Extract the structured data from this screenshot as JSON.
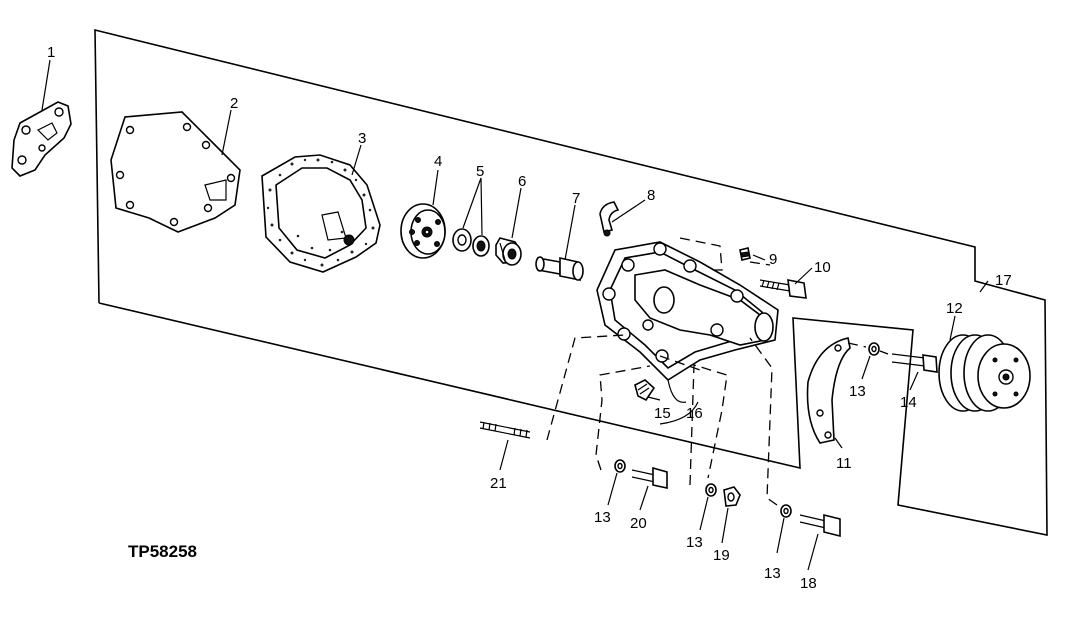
{
  "figure_id": "TP58258",
  "callouts": [
    {
      "number": "1"
    },
    {
      "number": "2"
    },
    {
      "number": "3"
    },
    {
      "number": "4"
    },
    {
      "number": "5"
    },
    {
      "number": "6"
    },
    {
      "number": "7"
    },
    {
      "number": "8"
    },
    {
      "number": "9"
    },
    {
      "number": "10"
    },
    {
      "number": "11"
    },
    {
      "number": "12"
    },
    {
      "number": "13"
    },
    {
      "number": "13"
    },
    {
      "number": "13"
    },
    {
      "number": "13"
    },
    {
      "number": "14"
    },
    {
      "number": "15"
    },
    {
      "number": "16"
    },
    {
      "number": "17"
    },
    {
      "number": "18"
    },
    {
      "number": "19"
    },
    {
      "number": "20"
    },
    {
      "number": "21"
    }
  ]
}
